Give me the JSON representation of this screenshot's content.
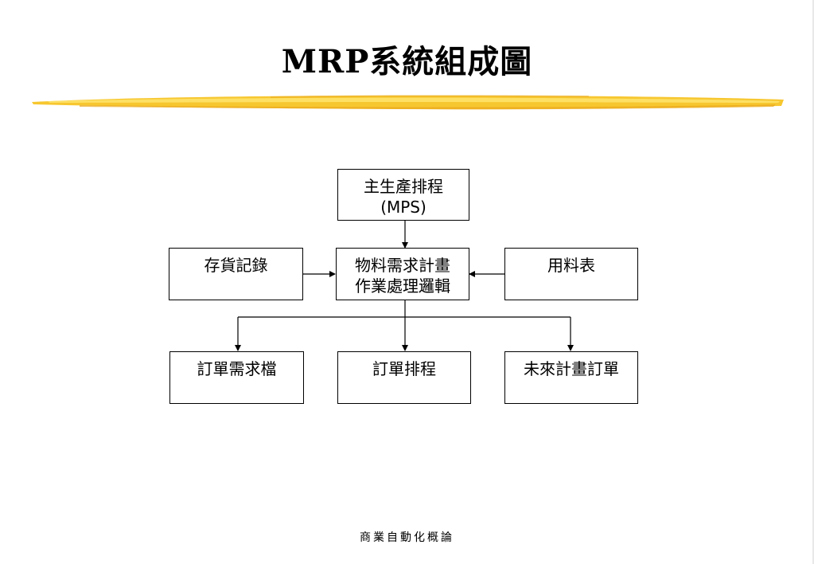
{
  "title": "MRP系統組成圖",
  "diagram": {
    "nodes": {
      "mps": "主生產排程\n(MPS)",
      "inventory": "存貨記錄",
      "mrp_logic": "物料需求計畫\n作業處理邏輯",
      "bom": "用料表",
      "order_demand": "訂單需求檔",
      "order_schedule": "訂單排程",
      "future_orders": "未來計畫訂單"
    },
    "edges": [
      {
        "from": "mps",
        "to": "mrp_logic"
      },
      {
        "from": "inventory",
        "to": "mrp_logic"
      },
      {
        "from": "bom",
        "to": "mrp_logic"
      },
      {
        "from": "mrp_logic",
        "to": "order_demand"
      },
      {
        "from": "mrp_logic",
        "to": "order_schedule"
      },
      {
        "from": "mrp_logic",
        "to": "future_orders"
      }
    ]
  },
  "footer": "商業自動化概論",
  "colors": {
    "brush_light": "#fde26a",
    "brush_main": "#f7c730",
    "brush_dark": "#e9a81c",
    "line": "#000000"
  }
}
